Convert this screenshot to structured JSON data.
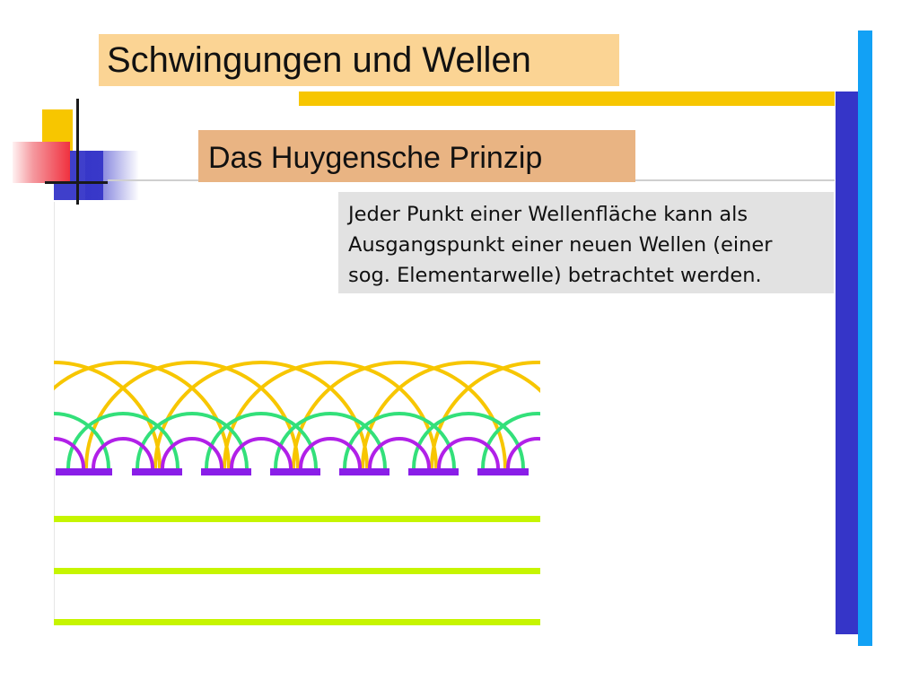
{
  "slide": {
    "title": "Schwingungen und Wellen",
    "subtitle": "Das Huygensche Prinzip",
    "description_lines": [
      "Jeder Punkt einer Wellenfläche kann als",
      "Ausgangspunkt einer neuen Wellen (einer",
      "sog. Elementarwelle) betrachtet werden."
    ]
  },
  "colors": {
    "title_bg": "#fbd494",
    "subtitle_bg": "#e9b483",
    "description_bg": "#e2e2e2",
    "accent_yellow": "#f7c600",
    "accent_blue": "#3535c8",
    "accent_cyan": "#12a1f5",
    "wave_outer": "#f7c600",
    "wave_middle": "#33e07a",
    "wave_inner": "#b120e8",
    "source_segments": "#8a1ee8",
    "wavefront_lines": "#c6f500"
  }
}
